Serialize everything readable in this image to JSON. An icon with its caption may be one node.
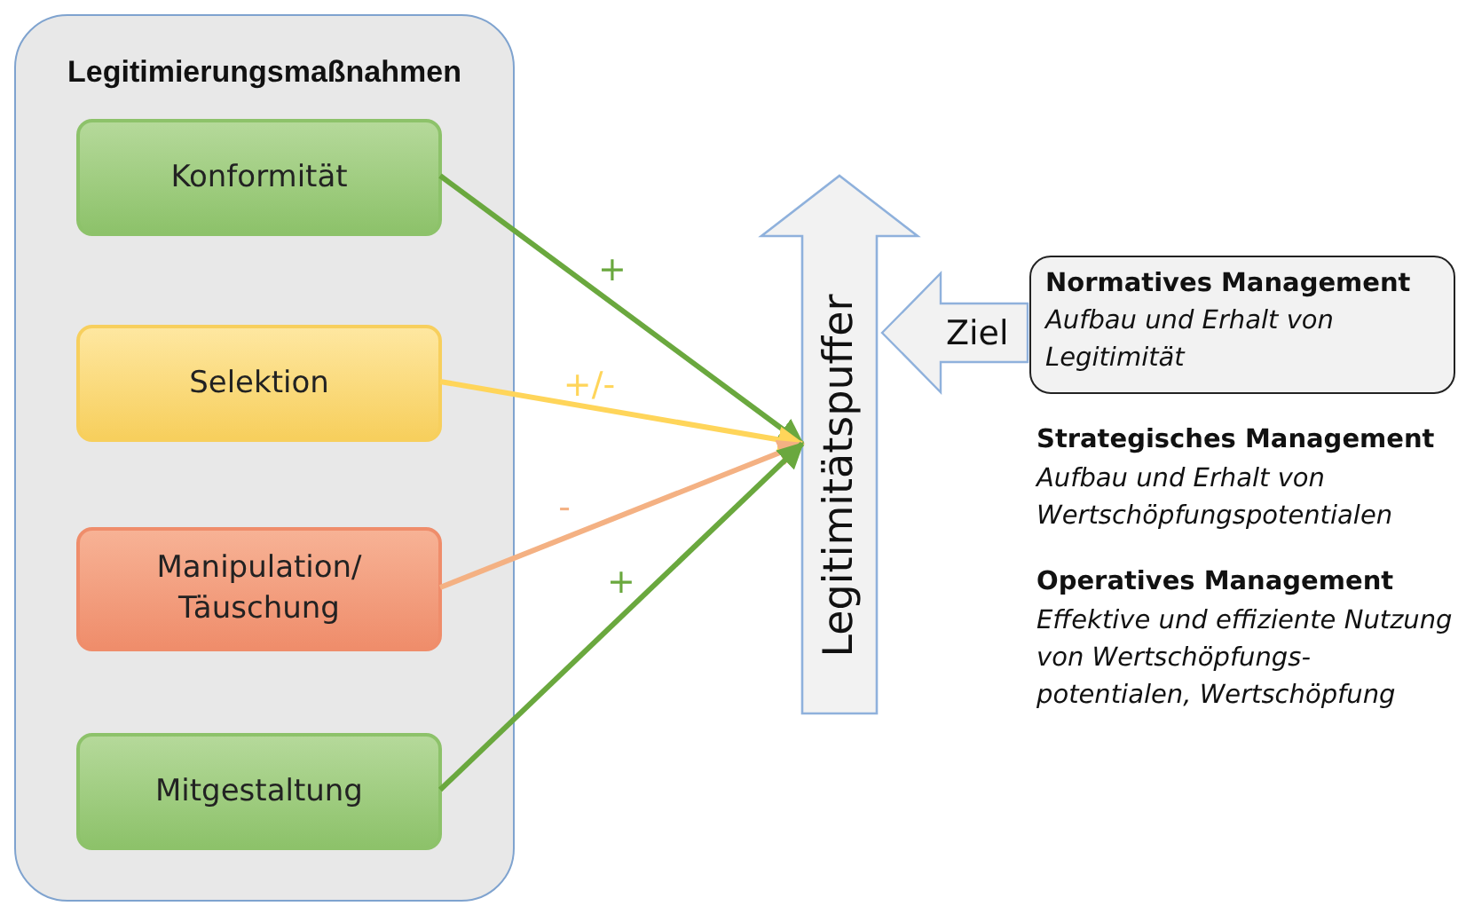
{
  "diagram": {
    "nodes": [
      {
        "text": [
          "Legitimierungsmaßnahmen"
        ]
      },
      {
        "text": [
          "Konformität"
        ],
        "in": 0
      },
      {
        "text": [
          "Selektion"
        ],
        "in": 0
      },
      {
        "text": [
          "Manipulation/ Täuschung"
        ],
        "in": 0
      },
      {
        "text": [
          "Mitgestaltung"
        ],
        "in": 0
      },
      {
        "text": [
          "Legitimitätspuffer"
        ]
      },
      {
        "text": [
          "Ziel"
        ]
      },
      {
        "text": [
          "Normatives Management",
          "Aufbau und Erhalt von Legitimität"
        ]
      }
    ],
    "edges": [
      {
        "from": 1,
        "to": 5,
        "arrow": "to",
        "label": "+"
      },
      {
        "from": 2,
        "to": 5,
        "arrow": "to",
        "label": "+/-",
        "color": "#ffd55a"
      },
      {
        "from": 3,
        "to": 5,
        "arrow": "to",
        "label": "-",
        "color": "#f4b183"
      },
      {
        "from": 4,
        "to": 5,
        "arrow": "to",
        "label": "+"
      }
    ],
    "labels": [
      "Strategisches Management",
      "Aufbau und Erhalt von Wertschöpfungspotentialen",
      "Operatives Management",
      "Effektive und effiziente Nutzung von Wertschöpfungs- potentialen, Wertschöpfung"
    ]
  }
}
